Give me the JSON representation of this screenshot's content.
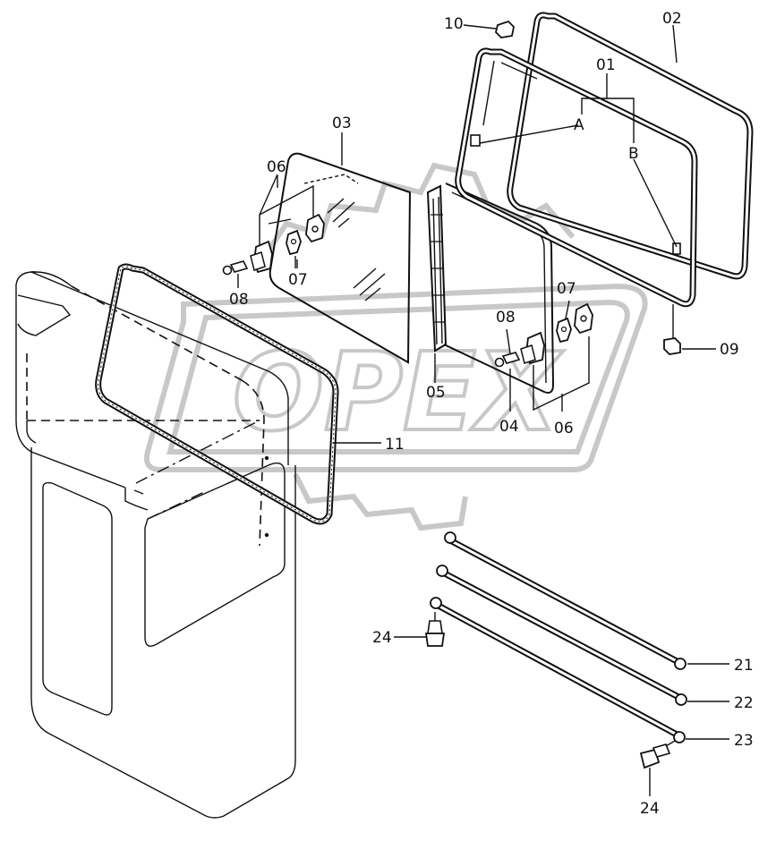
{
  "watermark": {
    "text": "OPEX"
  },
  "callouts": {
    "c01": "01",
    "c02": "02",
    "c03": "03",
    "c04": "04",
    "c05": "05",
    "c06a": "06",
    "c06b": "06",
    "c07a": "07",
    "c07b": "07",
    "c08a": "08",
    "c08b": "08",
    "c09": "09",
    "c10": "10",
    "c11": "11",
    "c21": "21",
    "c22": "22",
    "c23": "23",
    "c24a": "24",
    "c24b": "24",
    "detailA": "A",
    "detailB": "B"
  }
}
